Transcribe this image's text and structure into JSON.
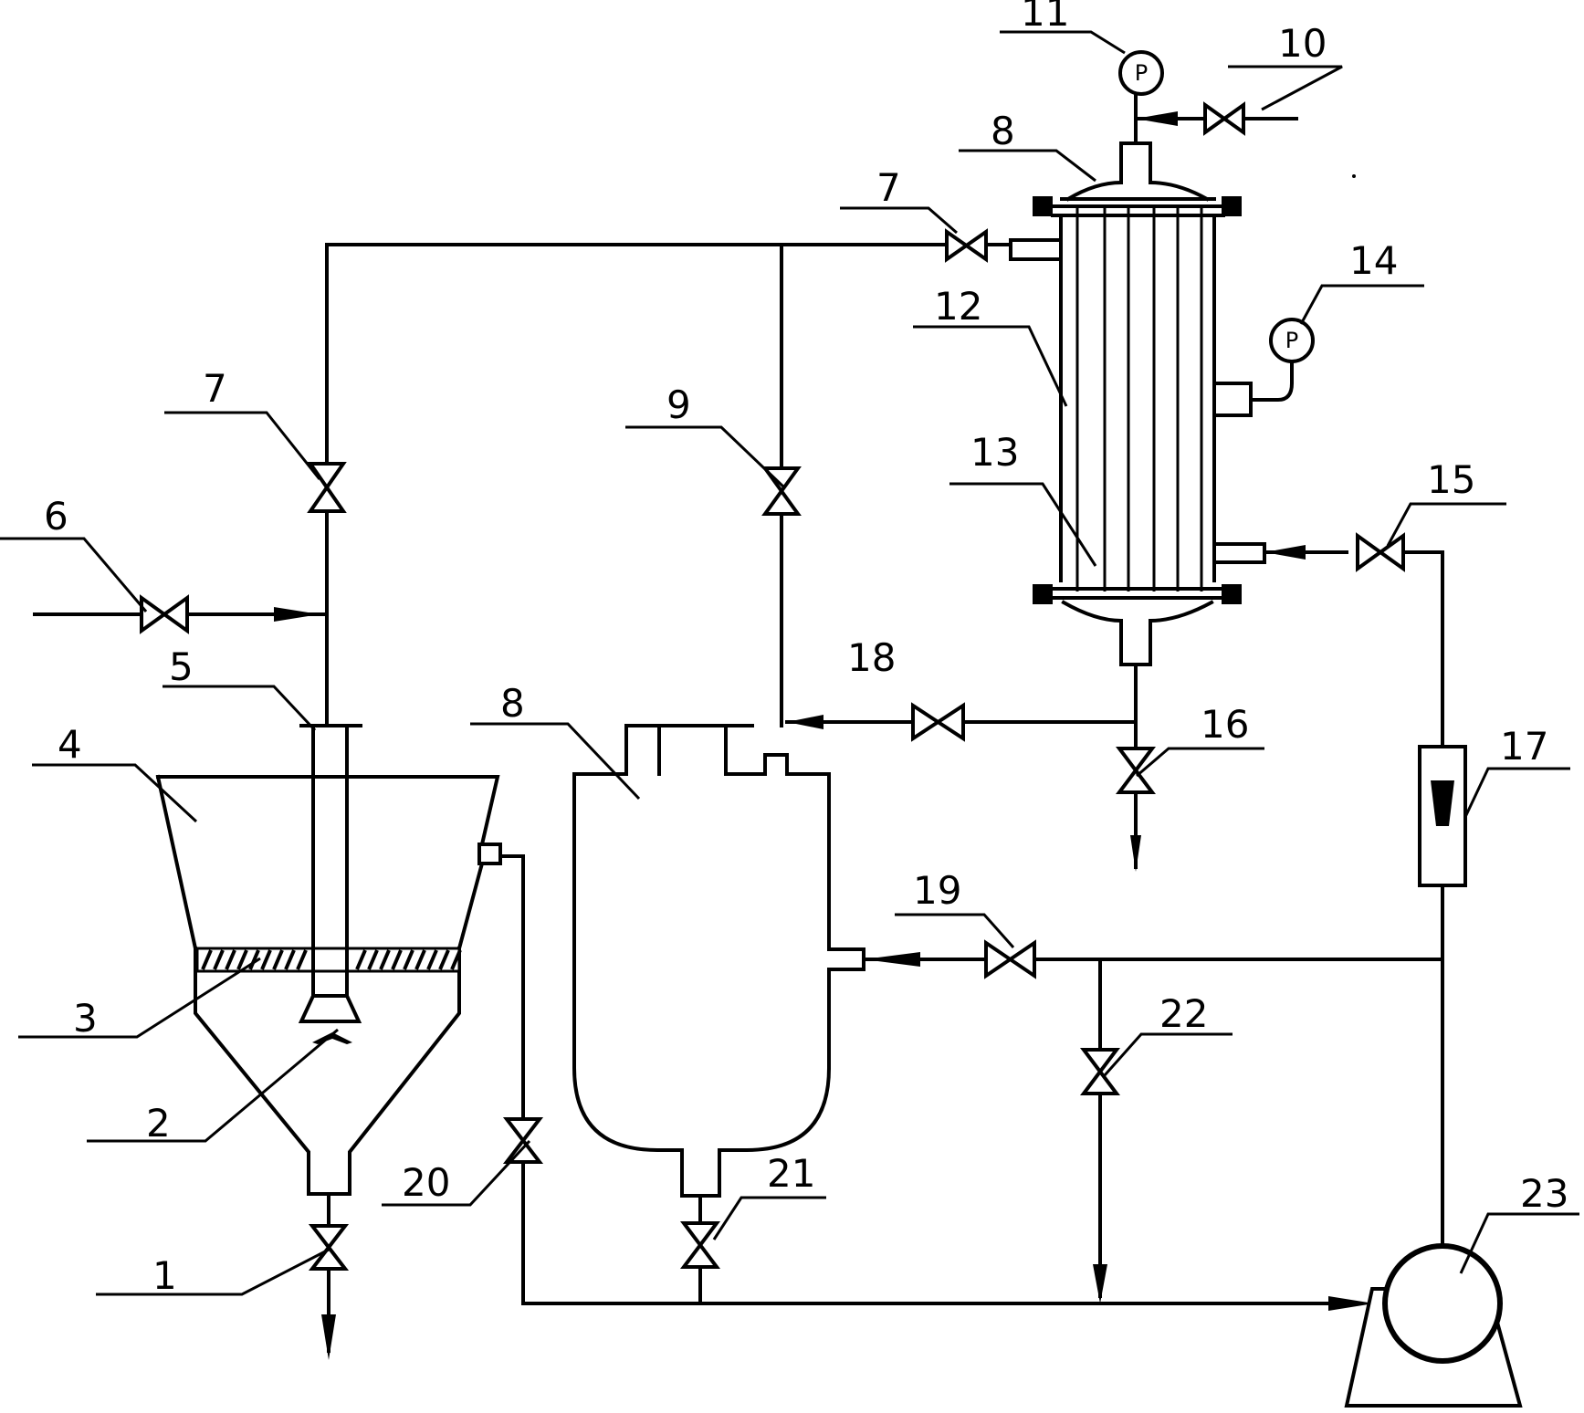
{
  "labels": {
    "l1": "1",
    "l2": "2",
    "l3": "3",
    "l4": "4",
    "l5": "5",
    "l6": "6",
    "l7a": "7",
    "l7b": "7",
    "l8a": "8",
    "l8b": "8",
    "l9": "9",
    "l10": "10",
    "l11": "11",
    "l12": "12",
    "l13": "13",
    "l14": "14",
    "l15": "15",
    "l16": "16",
    "l17": "17",
    "l18": "18",
    "l19": "19",
    "l20": "20",
    "l21": "21",
    "l22": "22",
    "l23": "23"
  },
  "gauge_symbol": "P",
  "icons": {
    "valve": "bowtie-valve-icon",
    "pressure_gauge": "pressure-gauge-icon",
    "pump": "centrifugal-pump-icon",
    "flowmeter": "rotameter-icon"
  }
}
